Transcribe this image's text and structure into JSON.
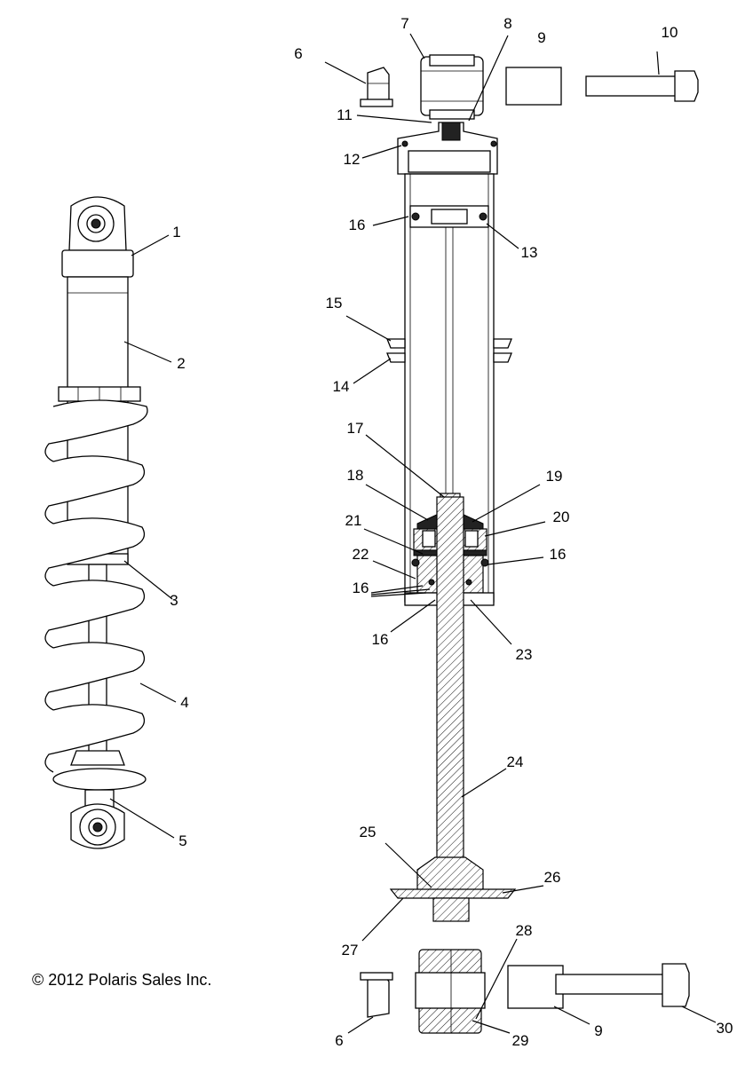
{
  "copyright": "© 2012 Polaris Sales Inc.",
  "callouts": [
    "1",
    "2",
    "3",
    "4",
    "5",
    "6",
    "6",
    "7",
    "8",
    "9",
    "9",
    "10",
    "11",
    "12",
    "13",
    "14",
    "15",
    "16",
    "16",
    "16",
    "16",
    "16",
    "17",
    "18",
    "19",
    "20",
    "21",
    "22",
    "23",
    "24",
    "25",
    "26",
    "27",
    "28",
    "29",
    "30"
  ]
}
